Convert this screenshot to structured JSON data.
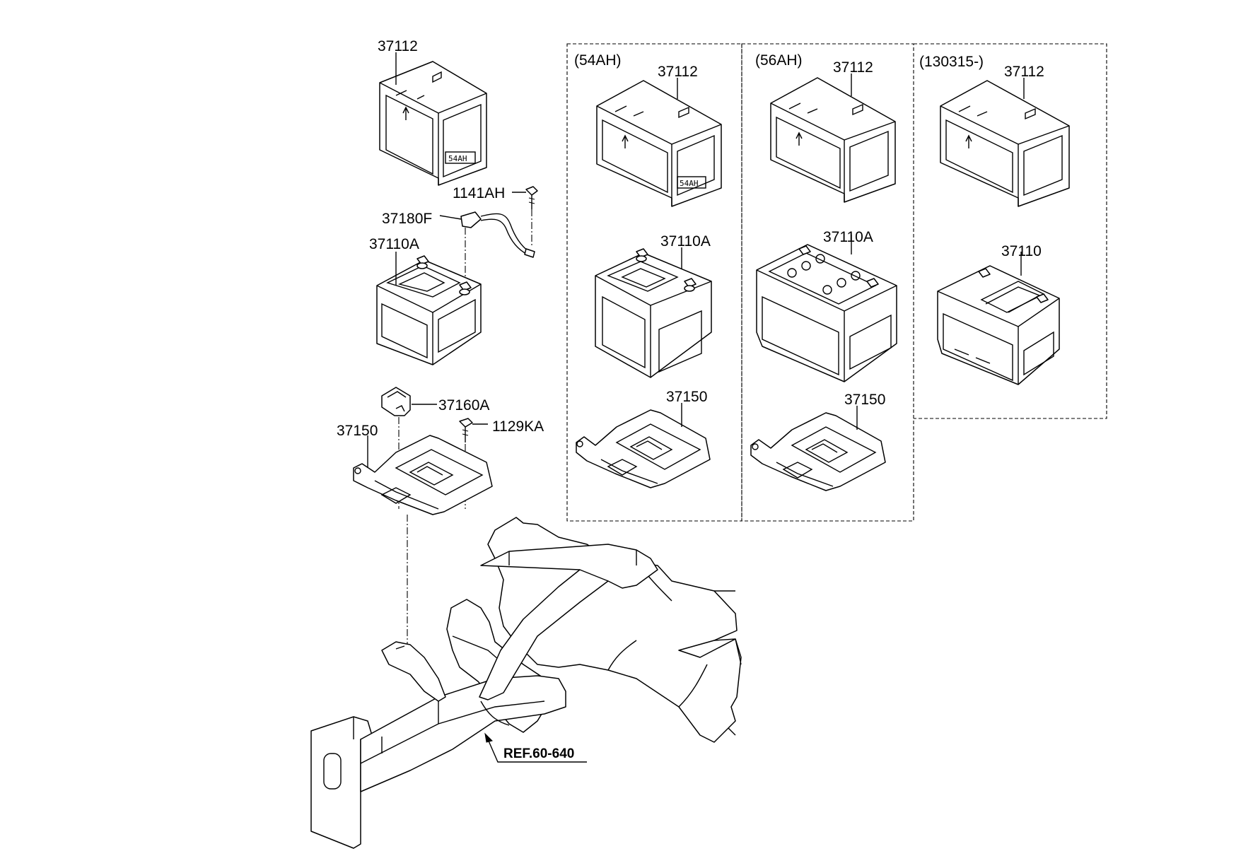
{
  "variants": {
    "v54": "(54AH)",
    "v56": "(56AH)",
    "v130315": "(130315-)"
  },
  "parts": {
    "main_cover": "37112",
    "main_bolt": "1141AH",
    "main_cable": "37180F",
    "main_battery": "37110A",
    "main_clamp": "37160A",
    "main_bolt2": "1129KA",
    "main_tray": "37150",
    "v54_cover": "37112",
    "v54_battery": "37110A",
    "v54_tray": "37150",
    "v56_cover": "37112",
    "v56_battery": "37110A",
    "v56_tray": "37150",
    "v130315_cover": "37112",
    "v130315_battery": "37110"
  },
  "reference": "REF.60-640"
}
